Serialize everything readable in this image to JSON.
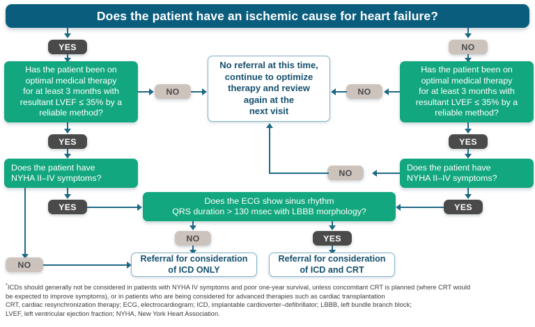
{
  "header": {
    "title": "Does the patient have an ischemic cause for heart failure?"
  },
  "boxes": {
    "left_therapy": {
      "lines": [
        "Has the patient been on",
        "optimal medical therapy",
        "for at least 3 months with",
        "resultant LVEF ≤ 35% by a",
        "reliable method?"
      ]
    },
    "right_therapy": {
      "lines": [
        "Has the patient been on",
        "optimal medical therapy",
        "for at least 3 months with",
        "resultant LVEF ≤ 35% by a",
        "reliable method?"
      ]
    },
    "center_no_referral": {
      "lines": [
        "No referral at this time,",
        "continue to optimize",
        "therapy and review",
        "again at the",
        "next visit"
      ]
    },
    "left_nyha": {
      "lines": [
        "Does the patient have",
        "NYHA II–IV symptoms?"
      ]
    },
    "right_nyha": {
      "lines": [
        "Does the patient have",
        "NYHA II–IV symptoms?"
      ]
    },
    "ecg": {
      "lines": [
        "Does the ECG show sinus rhythm",
        "QRS duration > 130 msec with LBBB morphology?"
      ]
    },
    "referral_icd_only": {
      "lines": [
        "Referral for consideration",
        "of ICD ONLY"
      ]
    },
    "referral_icd_crt": {
      "lines": [
        "Referral for consideration",
        "of ICD and CRT"
      ]
    }
  },
  "pills": {
    "yes_top_left": "YES",
    "no_top_right": "NO",
    "no_left_therapy": "NO",
    "no_right_therapy": "NO",
    "yes_left_therapy": "YES",
    "yes_right_therapy": "YES",
    "no_right_nyha": "NO",
    "yes_left_nyha": "YES",
    "yes_right_nyha": "YES",
    "no_ecg": "NO",
    "yes_ecg": "YES",
    "no_left_nyha": "NO"
  },
  "footnotes": {
    "marker": "*",
    "lines": [
      "ICDs should generally not be considered in patients with NYHA IV symptoms and poor one-year survival, unless concomitant CRT is planned (where CRT would",
      "be expected to improve symptoms), or in patients who are being considered for advanced therapies such as cardiac transplantation",
      "CRT, cardiac resynchronization therapy; ECG, electrocardiogram; ICD, implantable cardioverter–defibrillator; LBBB, left bundle branch block;",
      "LVEF, left ventricular ejection fraction; NYHA, New York Heart Association."
    ]
  },
  "colors": {
    "header_bg": "#0a5d7d",
    "decision_green": "#12a77e",
    "yes_pill": "#4a4a4a",
    "no_pill": "#cdc3bd",
    "connector": "#1d6885",
    "outcome_text": "#14506e"
  }
}
